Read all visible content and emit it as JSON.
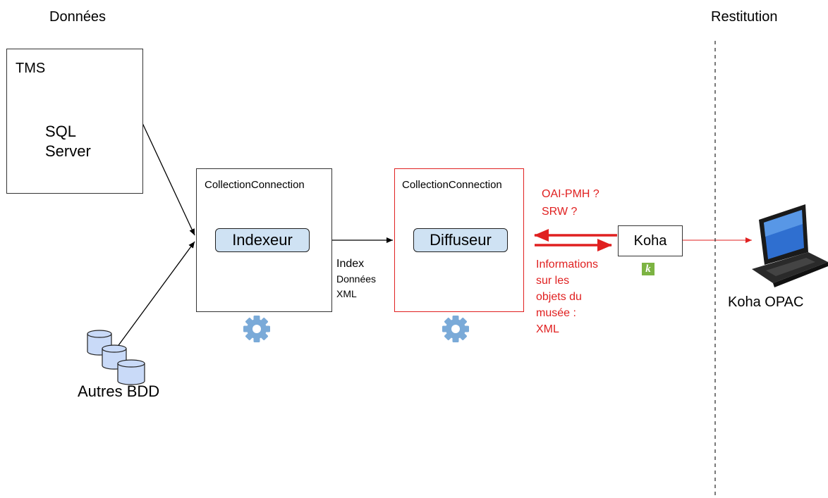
{
  "headers": {
    "left": "Données",
    "right": "Restitution"
  },
  "tms": {
    "title": "TMS",
    "db_line1": "SQL",
    "db_line2": "Server"
  },
  "other_db": {
    "label": "Autres BDD"
  },
  "indexer_box": {
    "title": "CollectionConnection",
    "button": "Indexeur"
  },
  "diffuser_box": {
    "title": "CollectionConnection",
    "button": "Diffuseur"
  },
  "index_label": {
    "line1": "Index",
    "line2": "Données",
    "line3": "XML"
  },
  "protocols": {
    "line1": "OAI-PMH ?",
    "line2": "SRW ?"
  },
  "koha": {
    "label": "Koha",
    "logo_letter": "k"
  },
  "info_label": {
    "line1": "Informations",
    "line2": "sur les",
    "line3": "objets du",
    "line4": "musée :",
    "line5": "XML"
  },
  "opac": {
    "label": "Koha OPAC"
  },
  "colors": {
    "accent_red": "#e02020",
    "pill_blue": "#cfe2f3",
    "gear_blue": "#7aaad8",
    "db_blue": "#c9daf8",
    "koha_green": "#7cb342"
  }
}
